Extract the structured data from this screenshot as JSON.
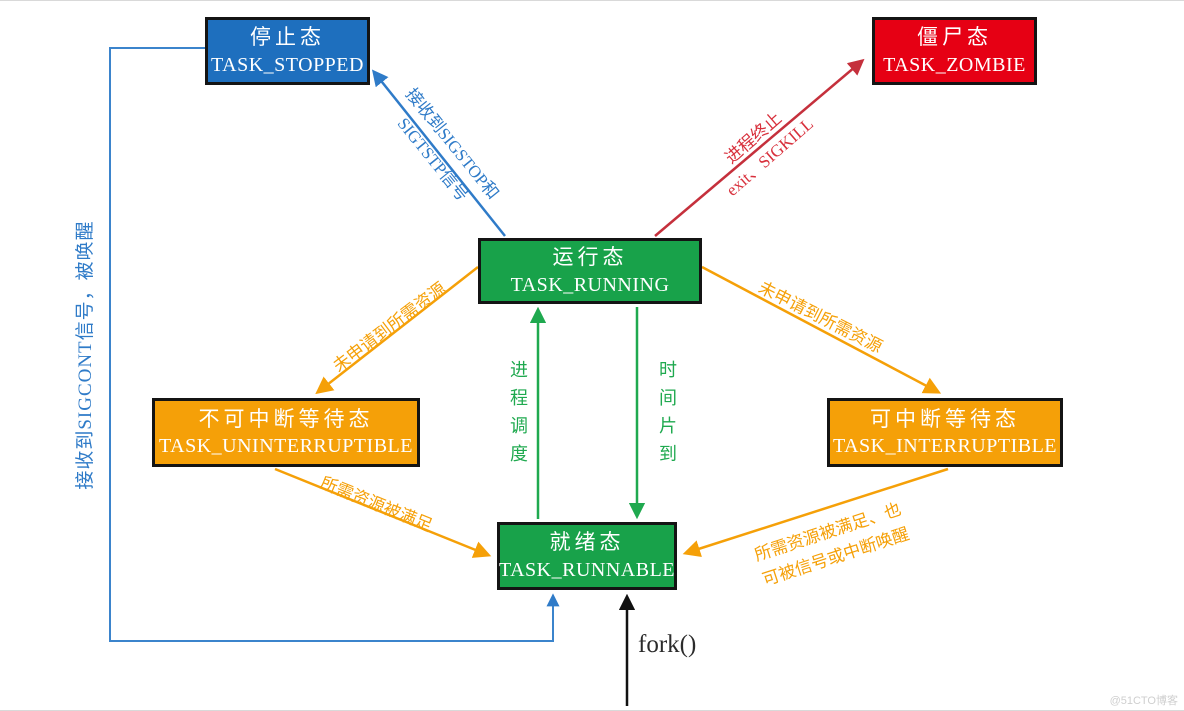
{
  "nodes": {
    "stopped": {
      "label": "停止态",
      "code": "TASK_STOPPED"
    },
    "zombie": {
      "label": "僵尸态",
      "code": "TASK_ZOMBIE"
    },
    "running": {
      "label": "运行态",
      "code": "TASK_RUNNING"
    },
    "uninterruptible": {
      "label": "不可中断等待态",
      "code": "TASK_UNINTERRUPTIBLE"
    },
    "interruptible": {
      "label": "可中断等待态",
      "code": "TASK_INTERRUPTIBLE"
    },
    "runnable": {
      "label": "就绪态",
      "code": "TASK_RUNNABLE"
    }
  },
  "edges": {
    "running_to_stopped_label": "接收到SIGSTOP和\nSIGTSTP信号",
    "running_to_zombie_label": "进程终止\nexit、SIGKILL",
    "stopped_to_runnable_label": "接收到SIGCONT信号，被唤醒",
    "running_to_uninterruptible_label": "未申请到所需资源",
    "running_to_interruptible_label": "未申请到所需资源",
    "runnable_to_running_label": "进\n程\n调\n度",
    "running_to_runnable_label": "时\n间\n片\n到",
    "uninterruptible_to_runnable_label": "所需资源被满足",
    "interruptible_to_runnable_label": "所需资源被满足、也\n可被信号或中断唤醒",
    "fork_label": "fork()"
  },
  "colors": {
    "node_blue": "#1e6fbe",
    "node_red": "#e60014",
    "node_green": "#18a24a",
    "node_orange": "#f5a008",
    "arrow_blue": "#2f7bc8",
    "arrow_red": "#c5303c",
    "arrow_green": "#1fa94f",
    "arrow_orange": "#f5a008",
    "arrow_black": "#111111"
  },
  "watermark": "@51CTO博客"
}
